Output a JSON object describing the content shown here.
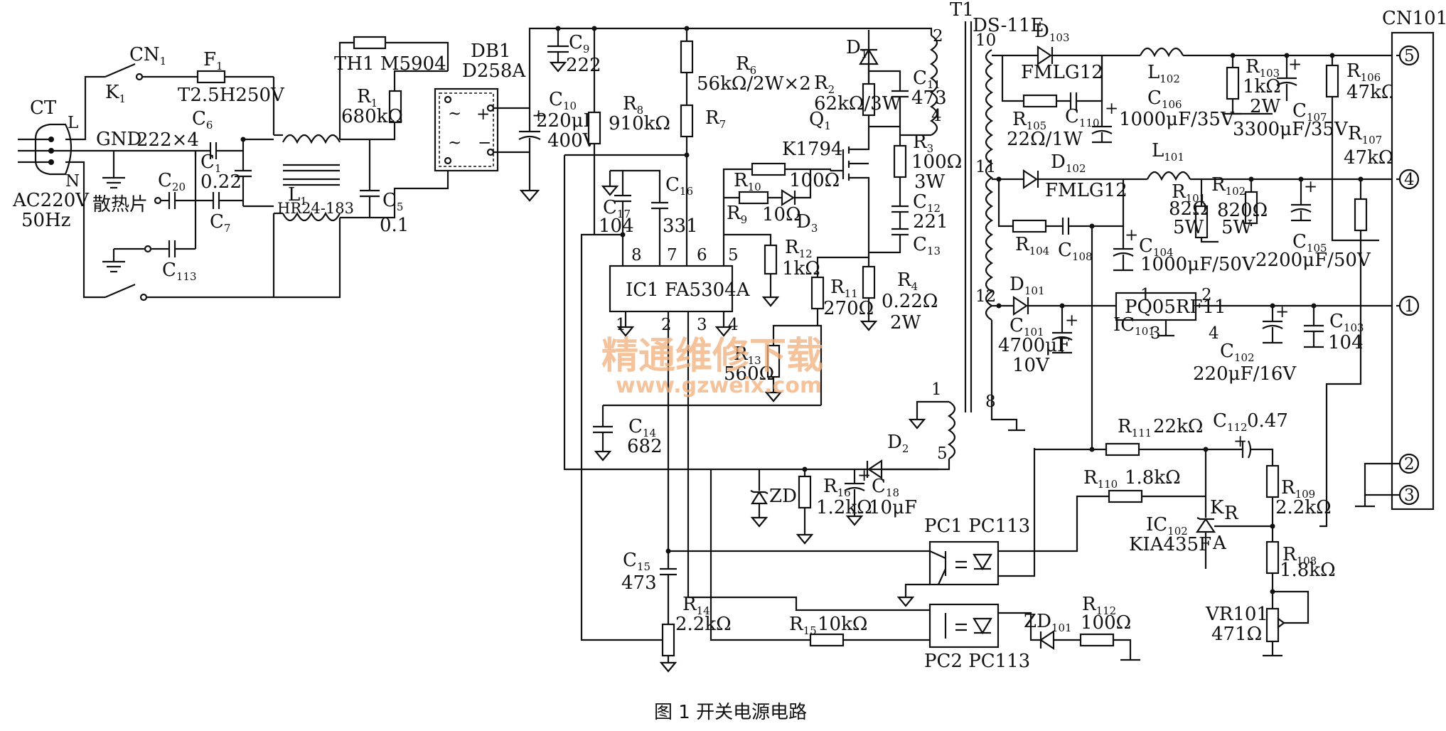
{
  "caption": "图 1  开关电源电路",
  "watermark": {
    "line1": "精通维修下载",
    "line2": "www.gzweix.com"
  },
  "input": {
    "ct": "CT",
    "l": "L",
    "n": "N",
    "gnd": "GND",
    "ac": "AC220V",
    "hz": "50Hz",
    "heatsink": "散热片",
    "cn1": "CN",
    "cn1_sub": "1",
    "k1": "K",
    "k1_sub": "1"
  },
  "fuse": {
    "name": "F",
    "sub": "1",
    "value": "T2.5H250V"
  },
  "caps_in": {
    "c6": "C",
    "c6_sub": "6",
    "c6_val": "222×4",
    "c1": "C",
    "c1_sub": "1",
    "c1_val": "0.22",
    "c7": "C",
    "c7_sub": "7",
    "c20": "C",
    "c20_sub": "20",
    "c113": "C",
    "c113_sub": "113"
  },
  "filter": {
    "l1": "L",
    "l1_sub": "1",
    "l1_val": "HR24-183",
    "c5": "C",
    "c5_sub": "5",
    "c5_val": "0.1"
  },
  "th1": "TH1 M5904",
  "r1": {
    "name": "R",
    "sub": "1",
    "val": "680kΩ"
  },
  "db1": {
    "name": "DB1",
    "val": "D258A",
    "plus": "+",
    "minus": "−",
    "ac": "~"
  },
  "c9": {
    "name": "C",
    "sub": "9",
    "val": "222"
  },
  "c10": {
    "name": "C",
    "sub": "10",
    "val": "220μF",
    "val2": "400V"
  },
  "r8": {
    "name": "R",
    "sub": "8",
    "val": "910kΩ"
  },
  "r6": {
    "name": "R",
    "sub": "6",
    "val": "56kΩ/2W×2"
  },
  "r7": {
    "name": "R",
    "sub": "7"
  },
  "d1": {
    "name": "D",
    "sub": "1"
  },
  "r2": {
    "name": "R",
    "sub": "2",
    "val": "62kΩ/3W"
  },
  "c11": {
    "name": "C",
    "sub": "11",
    "val": "473"
  },
  "q1": {
    "name": "Q",
    "sub": "1",
    "val": "K1794"
  },
  "r3": {
    "name": "R",
    "sub": "3",
    "val": "100Ω",
    "val2": "3W"
  },
  "c12": {
    "name": "C",
    "sub": "12",
    "val": "221"
  },
  "c13": {
    "name": "C",
    "sub": "13"
  },
  "r4": {
    "name": "R",
    "sub": "4",
    "val": "0.22Ω",
    "val2": "2W"
  },
  "r10": {
    "name": "R",
    "sub": "10",
    "val": "100Ω"
  },
  "r9": {
    "name": "R",
    "sub": "9",
    "val": "10Ω"
  },
  "d3": {
    "name": "D",
    "sub": "3"
  },
  "r12": {
    "name": "R",
    "sub": "12",
    "val": "1kΩ"
  },
  "r11": {
    "name": "R",
    "sub": "11",
    "val": "270Ω"
  },
  "r13": {
    "name": "R",
    "sub": "13",
    "val": "560Ω"
  },
  "c17": {
    "name": "C",
    "sub": "17",
    "val": "104"
  },
  "c16": {
    "name": "C",
    "sub": "16",
    "val": "331"
  },
  "ic1": {
    "name": "IC1 FA5304A",
    "pins": [
      "1",
      "2",
      "3",
      "4",
      "5",
      "6",
      "7",
      "8"
    ]
  },
  "c14": {
    "name": "C",
    "sub": "14",
    "val": "682"
  },
  "t1": {
    "name": "T1",
    "val": "DS-11E",
    "pins": [
      "2",
      "4",
      "1",
      "5",
      "10",
      "11",
      "12",
      "8"
    ]
  },
  "d2": {
    "name": "D",
    "sub": "2"
  },
  "zd1": {
    "name": "ZD",
    "sub": "1"
  },
  "r16": {
    "name": "R",
    "sub": "16",
    "val": "1.2kΩ"
  },
  "c18": {
    "name": "C",
    "sub": "18",
    "val": "10μF"
  },
  "c15": {
    "name": "C",
    "sub": "15",
    "val": "473"
  },
  "r14": {
    "name": "R",
    "sub": "14",
    "val": "2.2kΩ"
  },
  "r15": {
    "name": "R",
    "sub": "15",
    "val": "10kΩ"
  },
  "pc1": "PC1 PC113",
  "pc2": "PC2 PC113",
  "zd101": {
    "name": "ZD",
    "sub": "101"
  },
  "r112": {
    "name": "R",
    "sub": "112",
    "val": "100Ω"
  },
  "d103": {
    "name": "D",
    "sub": "103",
    "val": "FMLG12"
  },
  "l102": {
    "name": "L",
    "sub": "102"
  },
  "r105": {
    "name": "R",
    "sub": "105",
    "val": "22Ω/1W"
  },
  "c110": {
    "name": "C",
    "sub": "110"
  },
  "c106": {
    "name": "C",
    "sub": "106",
    "val": "1000μF/35V"
  },
  "r103": {
    "name": "R",
    "sub": "103",
    "val": "1kΩ",
    "val2": "2W"
  },
  "c107": {
    "name": "C",
    "sub": "107",
    "val": "3300μF/35V"
  },
  "r106": {
    "name": "R",
    "sub": "106",
    "val": "47kΩ"
  },
  "r107": {
    "name": "R",
    "sub": "107",
    "val": "47kΩ"
  },
  "d102": {
    "name": "D",
    "sub": "102",
    "val": "FMLG12"
  },
  "l101": {
    "name": "L",
    "sub": "101"
  },
  "r101": {
    "name": "R",
    "sub": "101",
    "val": "82Ω",
    "val2": "5W"
  },
  "r102": {
    "name": "R",
    "sub": "102",
    "val": "820Ω",
    "val2": "5W"
  },
  "r104": {
    "name": "R",
    "sub": "104"
  },
  "c108": {
    "name": "C",
    "sub": "108"
  },
  "c104": {
    "name": "C",
    "sub": "104",
    "val": "1000μF/50V"
  },
  "c105": {
    "name": "C",
    "sub": "105",
    "val": "2200μF/50V"
  },
  "d101": {
    "name": "D",
    "sub": "101"
  },
  "c101": {
    "name": "C",
    "sub": "101",
    "val": "4700μF",
    "val2": "10V"
  },
  "ic101": {
    "name": "IC",
    "sub": "101",
    "val": "PQ05RF11",
    "pins": [
      "1",
      "2",
      "3",
      "4"
    ]
  },
  "c102": {
    "name": "C",
    "sub": "102",
    "val": "220μF/16V"
  },
  "c103": {
    "name": "C",
    "sub": "103",
    "val": "104"
  },
  "r111": {
    "name": "R",
    "sub": "111",
    "val": "22kΩ"
  },
  "c112": {
    "name": "C",
    "sub": "112",
    "val": "0.47"
  },
  "r110": {
    "name": "R",
    "sub": "110",
    "val": "1.8kΩ"
  },
  "ic102": {
    "name": "IC",
    "sub": "102",
    "val": "KIA435F",
    "k": "K",
    "r": "R",
    "a": "A"
  },
  "r109": {
    "name": "R",
    "sub": "109",
    "val": "2.2kΩ"
  },
  "r108": {
    "name": "R",
    "sub": "108",
    "val": "1.8kΩ"
  },
  "vr101": {
    "name": "VR101",
    "val": "471Ω"
  },
  "cn101": {
    "name": "CN101",
    "pins": [
      "5",
      "4",
      "1",
      "2",
      "3"
    ]
  },
  "plus": "+"
}
